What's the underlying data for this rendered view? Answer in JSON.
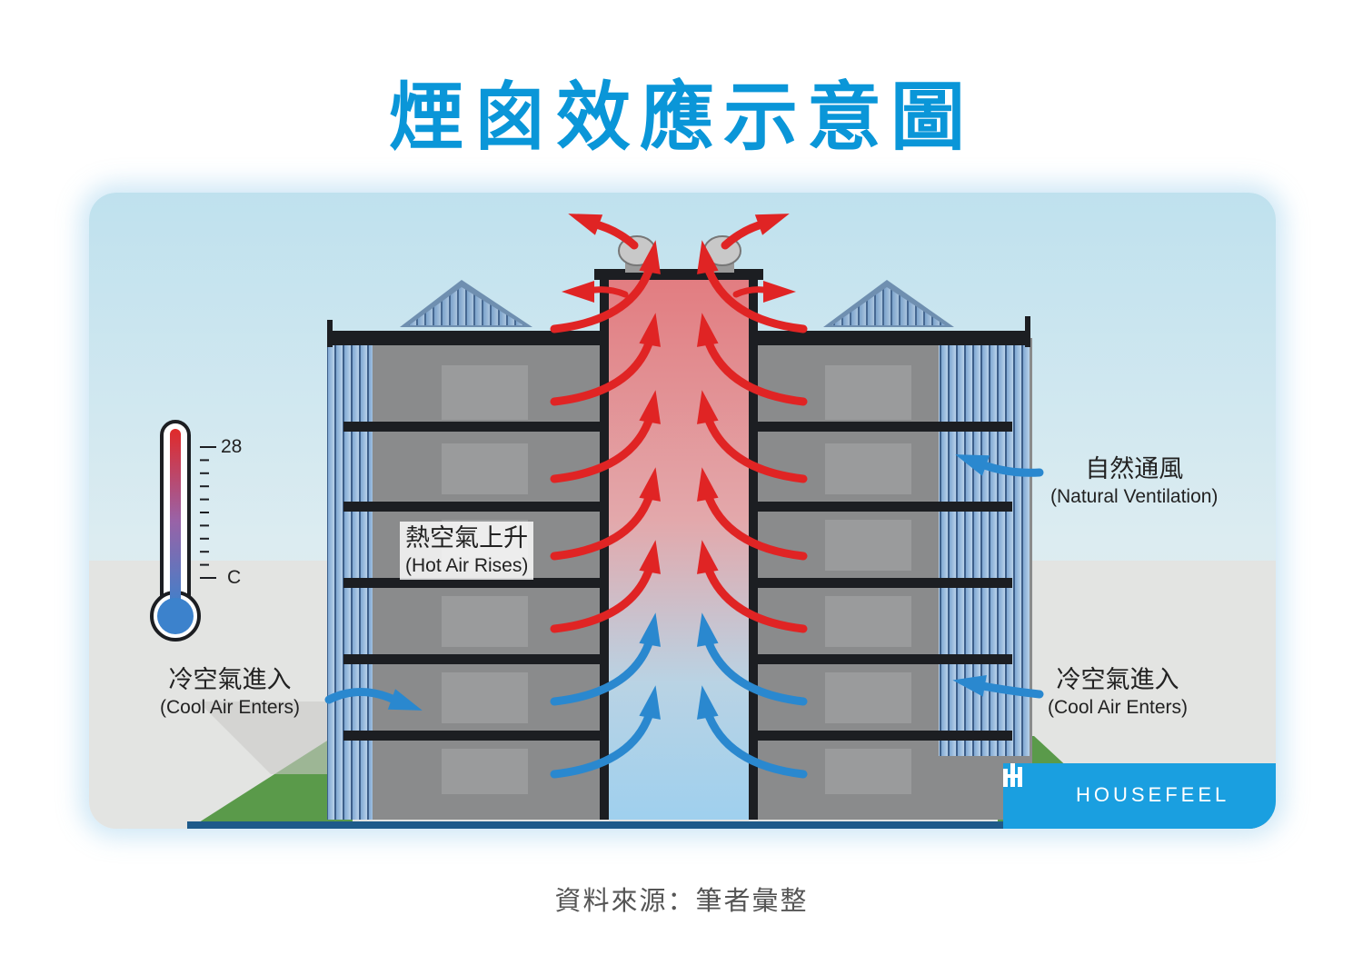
{
  "title": "煙囪效應示意圖",
  "labels": {
    "hot_air_zh": "熱空氣上升",
    "hot_air_en": "(Hot Air Rises)",
    "cool_left_zh": "冷空氣進入",
    "cool_left_en": "(Cool Air Enters)",
    "cool_right_zh": "冷空氣進入",
    "cool_right_en": "(Cool Air Enters)",
    "vent_zh": "自然通風",
    "vent_en": "(Natural Ventilation)"
  },
  "thermometer": {
    "top_label": "28",
    "bottom_label": "C"
  },
  "brand": {
    "name": "HOUSEFEEL"
  },
  "source": "資料來源：筆者彙整",
  "colors": {
    "title": "#0a96d8",
    "hot": "#e02424",
    "cool": "#2a88cf",
    "brand": "#1a9fe0"
  }
}
